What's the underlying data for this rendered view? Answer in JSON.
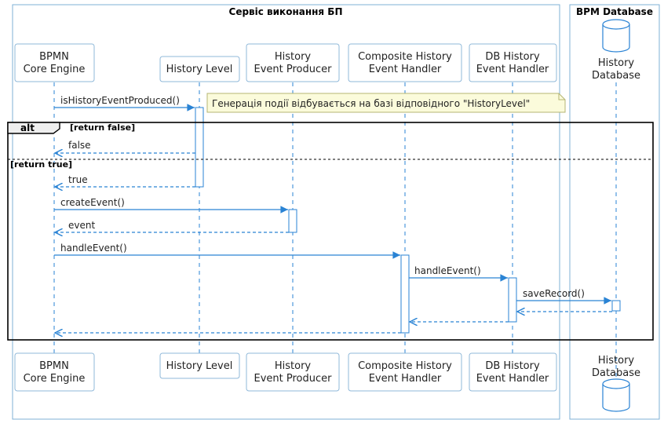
{
  "boxes": {
    "service": "Сервіс виконання БП",
    "database": "BPM Database"
  },
  "participants": {
    "engine": [
      "BPMN",
      "Core Engine"
    ],
    "history_level": [
      "History Level"
    ],
    "producer": [
      "History",
      "Event Producer"
    ],
    "composite": [
      "Composite History",
      "Event Handler"
    ],
    "db_handler": [
      "DB History",
      "Event Handler"
    ],
    "database": [
      "History",
      "Database"
    ]
  },
  "messages": {
    "m1": "isHistoryEventProduced()",
    "m2": "false",
    "m3": "true",
    "m4": "createEvent()",
    "m5": "event",
    "m6": "handleEvent()",
    "m7": "handleEvent()",
    "m8": "saveRecord()"
  },
  "note": "Генерація події відбувається на базі відповідного \"HistoryLevel\"",
  "fragment": {
    "operator": "alt",
    "guard_1": "[return false]",
    "guard_2": "[return true]"
  },
  "colors": {
    "accent": "#2a83d4",
    "box_border": "#7fb1d6",
    "participant_border": "#8fb8d9",
    "note_fill": "#fbfbdb",
    "note_border": "#b5b573",
    "database_fill": "#ffffff"
  }
}
